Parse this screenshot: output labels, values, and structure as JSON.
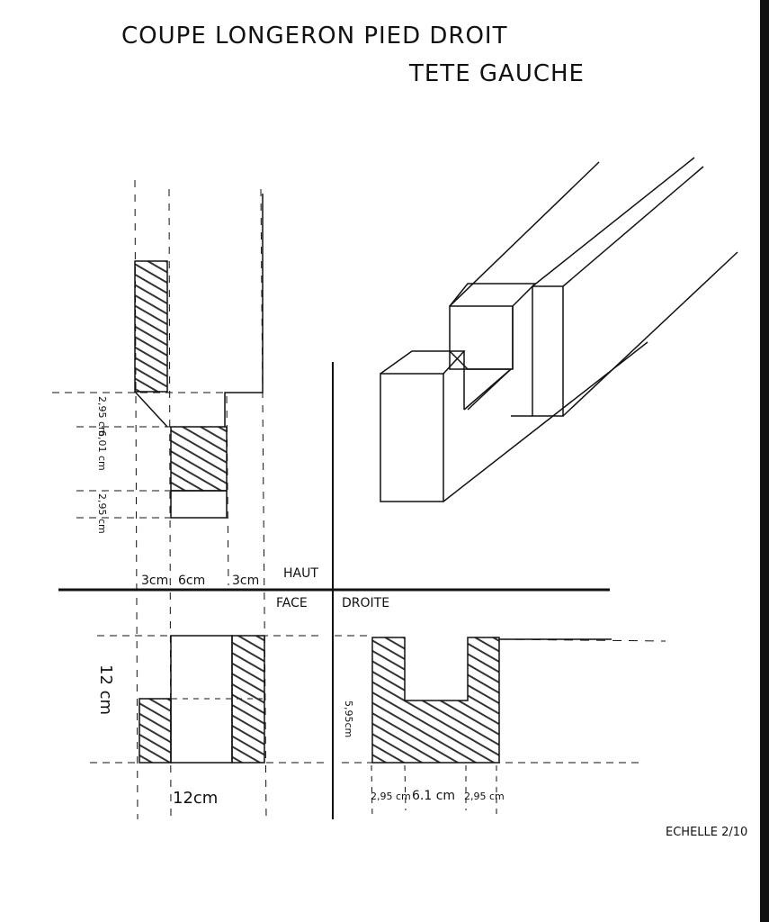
{
  "title": {
    "line1": "COUPE LONGERON  PIED DROIT",
    "line2": "TETE GAUCHE"
  },
  "views": {
    "top": "HAUT",
    "front": "FACE",
    "right": "DROITE"
  },
  "top_view": {
    "dims_vertical": [
      "2,95 cm",
      "6,01 cm",
      "2,95 cm"
    ],
    "dims_horizontal": [
      "3cm",
      "6cm",
      "3cm"
    ]
  },
  "front_view": {
    "height": "12 cm",
    "width": "12cm"
  },
  "right_view": {
    "height": "5,95cm",
    "dims": [
      "2,95 cm",
      "6.1 cm",
      "2,95 cm"
    ]
  },
  "scale": "ECHELLE 2/10"
}
